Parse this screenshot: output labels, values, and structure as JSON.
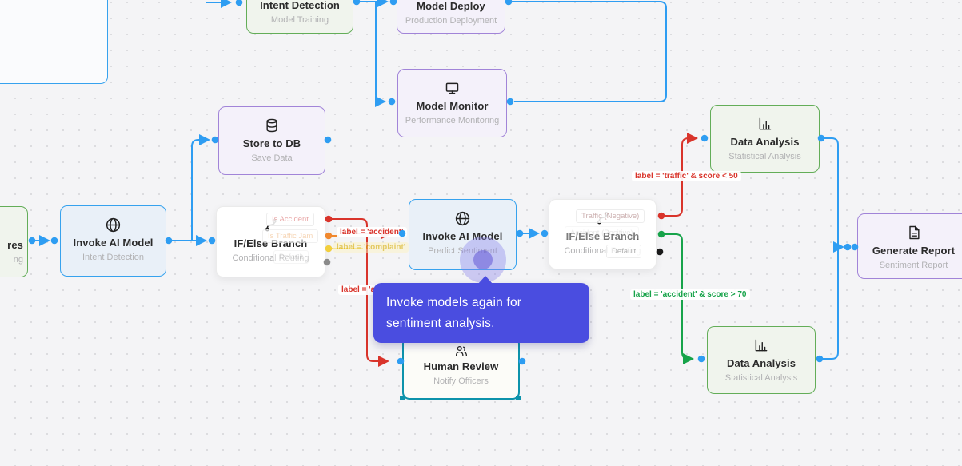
{
  "nodes": {
    "intent_detection": {
      "title": "Intent Detection",
      "subtitle": "Model Training"
    },
    "model_deploy": {
      "title": "Model Deploy",
      "subtitle": "Production Deployment"
    },
    "model_monitor": {
      "title": "Model Monitor",
      "subtitle": "Performance Monitoring"
    },
    "store_to_db": {
      "title": "Store to DB",
      "subtitle": "Save Data"
    },
    "left_partial": {
      "title": "res",
      "subtitle": "ng"
    },
    "invoke_ai_1": {
      "title": "Invoke AI Model",
      "subtitle": "Intent Detection"
    },
    "ifelse_1": {
      "title": "IF/Else Branch",
      "subtitle": "Conditional Routing",
      "pills": [
        "Is Accident",
        "Is Traffic Jam",
        "Default"
      ]
    },
    "invoke_ai_2": {
      "title": "Invoke AI Model",
      "subtitle": "Predict Sentiment"
    },
    "ifelse_2": {
      "title": "IF/Else Branch",
      "subtitle": "Conditional Routing",
      "pills": [
        "Traffic (Negative)",
        "Accident (Positive)",
        "Default"
      ]
    },
    "data_analysis_1": {
      "title": "Data Analysis",
      "subtitle": "Statistical Analysis"
    },
    "data_analysis_2": {
      "title": "Data Analysis",
      "subtitle": "Statistical Analysis"
    },
    "generate_report": {
      "title": "Generate Report",
      "subtitle": "Sentiment Report"
    },
    "human_review": {
      "title": "Human Review",
      "subtitle": "Notify Officers"
    }
  },
  "edge_labels": {
    "accident": "label = 'accident'",
    "complaint": "label = 'complaint'",
    "accident_lower": "label = 'accident'",
    "traffic_score": "label = 'traffic' & score < 50",
    "accident_score": "label = 'accident' & score > 70"
  },
  "tooltip": {
    "line1": "Invoke models again for",
    "line2": "sentiment analysis."
  },
  "colors": {
    "edge_blue": "#2e9df2",
    "edge_red": "#d9342b",
    "edge_green": "#17a34a",
    "edge_orange": "#f0882e",
    "edge_yellow": "#f2cf3e",
    "node_green_border": "#63ad58",
    "node_purple_border": "#a184d8",
    "node_blue_border": "#36a2ee",
    "selected_teal_border": "#0d93ab",
    "tooltip_bg": "#4a4de0"
  }
}
